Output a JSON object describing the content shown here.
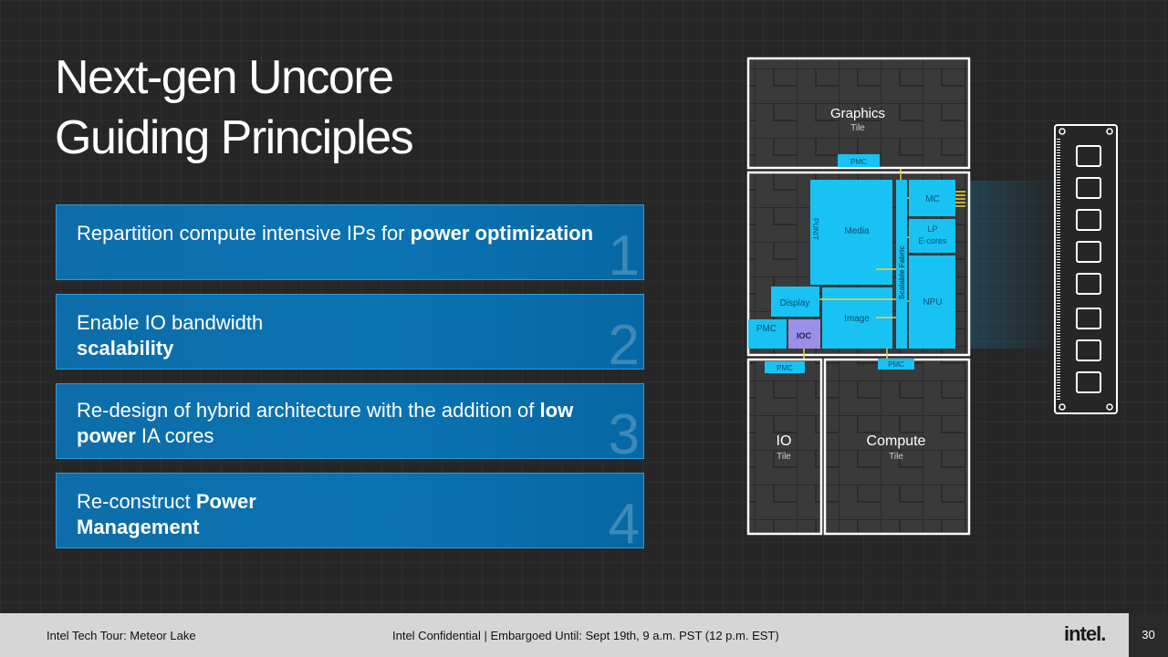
{
  "title": {
    "line1": "Next-gen Uncore",
    "line2": "Guiding Principles"
  },
  "principles": [
    {
      "text_plain": "Repartition compute intensive IPs for ",
      "text_bold": "power optimization",
      "number": "1"
    },
    {
      "text_plain": "Enable IO bandwidth ",
      "text_bold": "scalability",
      "number": "2"
    },
    {
      "text_plain": "Re-design of hybrid architecture with the addition of ",
      "text_bold": "low power",
      "text_tail": " IA cores",
      "number": "3"
    },
    {
      "text_plain": "Re-construct ",
      "text_bold": "Power Management",
      "number": "4"
    }
  ],
  "diagram": {
    "graphics_tile": {
      "name": "Graphics",
      "sub": "Tile"
    },
    "soc_blocks": {
      "punit": "PUNIT",
      "media": "Media",
      "scalable_fabric": "Scalable Fabric",
      "mc": "MC",
      "lp_ecores": [
        "LP",
        "E-cores"
      ],
      "npu": "NPU",
      "display": "Display",
      "image": "Image",
      "pmc": "PMC",
      "ioc": "IOC"
    },
    "pmc_labels": [
      "PMC",
      "PMC",
      "PMC"
    ],
    "io_tile": {
      "name": "IO",
      "sub": "Tile"
    },
    "compute_tile": {
      "name": "Compute",
      "sub": "Tile"
    }
  },
  "footer": {
    "left": "Intel Tech Tour: Meteor Lake",
    "mid": "Intel Confidential  |  Embargoed Until: Sept 19th, 9 a.m. PST (12 p.m. EST)",
    "logo": "intel.",
    "page": "30"
  },
  "colors": {
    "card_blue": "#0a73b2",
    "block_cyan": "#18c2f2",
    "ioc_purple": "#9b8fe8",
    "background": "#262626"
  }
}
